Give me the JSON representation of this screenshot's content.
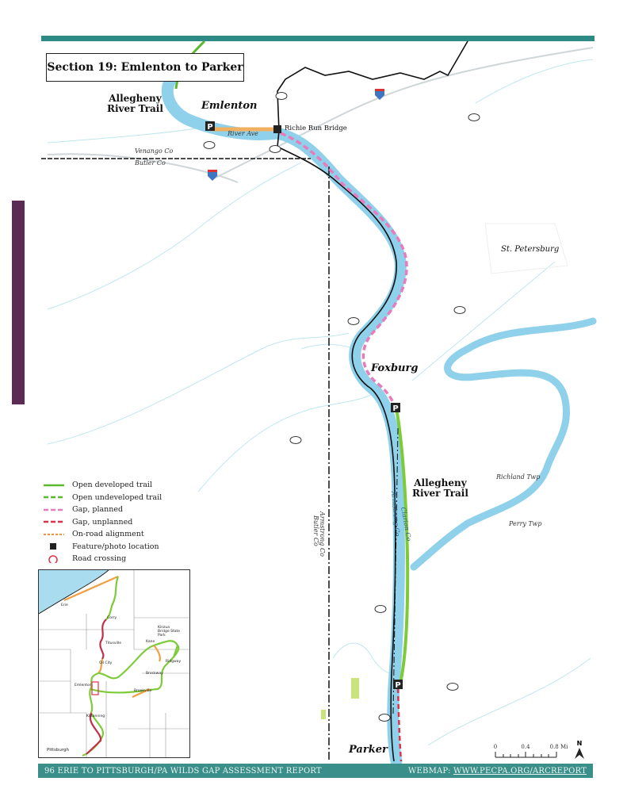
{
  "title": "Section 19: Emlenton to Parker",
  "places": {
    "emlenton": "Emlenton",
    "foxburg": "Foxburg",
    "parker": "Parker",
    "st_petersburg": "St. Petersburg",
    "richie_run_bridge": "Richie Run Bridge",
    "river_ave": "River Ave",
    "venango_co": "Venango Co",
    "butler_co_h": "Butler Co",
    "armstrong_butler_line": [
      "Armstrong Co",
      "Butler Co"
    ],
    "clarion_armstrong_line": [
      "Clarion Co",
      "Armstrong Co"
    ],
    "richland_twp": "Richland Twp",
    "perry_twp": "Perry Twp"
  },
  "trail_labels": {
    "north": [
      "Allegheny",
      "River Trail"
    ],
    "south": [
      "Allegheny",
      "River Trail"
    ]
  },
  "parking_label": "P",
  "legend": [
    {
      "label": "Open developed trail",
      "color": "#5cb82e",
      "style": "solid"
    },
    {
      "label": "Open undeveloped trail",
      "color": "#5cb82e",
      "style": "dashed"
    },
    {
      "label": "Gap, planned",
      "color": "#e87bbd",
      "style": "dashed"
    },
    {
      "label": "Gap, unplanned",
      "color": "#e0304a",
      "style": "dashed"
    },
    {
      "label": "On-road alignment",
      "color": "#f0903a",
      "style": "dotted"
    },
    {
      "label": "Feature/photo location",
      "color": "#222222",
      "style": "square"
    },
    {
      "label": "Road crossing",
      "color": "#e0304a",
      "style": "circle"
    }
  ],
  "inset": {
    "places": [
      "Erie",
      "Corry",
      "Titusville",
      "Oil City",
      "Kane",
      "Kinzua Bridge State Park",
      "Ridgway",
      "Brockway",
      "Brookville",
      "Emlenton",
      "Kittanning",
      "Pittsburgh"
    ]
  },
  "scale": {
    "ticks": [
      "0",
      "0.4",
      "0.8 Mi"
    ]
  },
  "north_arrow": "N",
  "footer": {
    "left": "96  ERIE TO PITTSBURGH/PA WILDS GAP ASSESSMENT REPORT",
    "right_prefix": "WEBMAP: ",
    "right_link": "WWW.PECPA.ORG/ARCREPORT"
  },
  "colors": {
    "teal": "#3a8f8a",
    "purple": "#5b2a55",
    "river": "#8fd0ea",
    "open_trail": "#5cb82e",
    "gap_planned": "#e87bbd",
    "gap_unplanned": "#e0304a",
    "on_road": "#f0903a"
  }
}
